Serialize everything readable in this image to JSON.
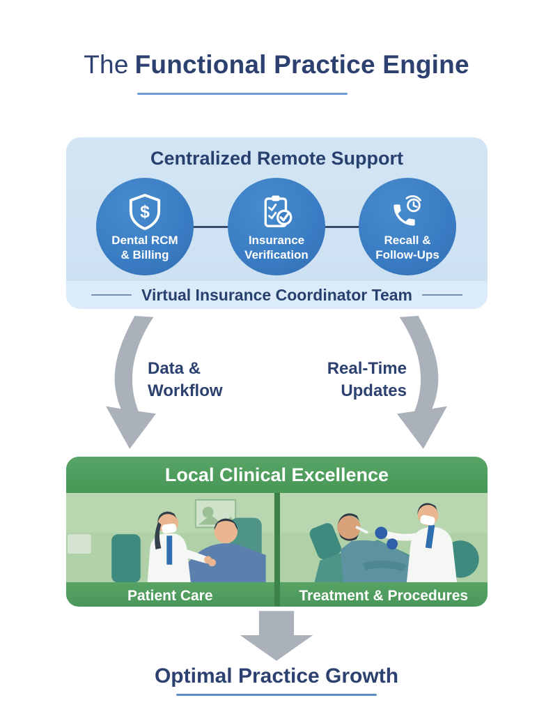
{
  "title": {
    "prefix": "The",
    "main": "Functional Practice Engine"
  },
  "remote_support": {
    "heading": "Centralized Remote Support",
    "items": [
      {
        "icon": "shield-dollar-icon",
        "line1": "Dental RCM",
        "line2": "& Billing"
      },
      {
        "icon": "clipboard-check-icon",
        "line1": "Insurance",
        "line2": "Verification"
      },
      {
        "icon": "phone-clock-icon",
        "line1": "Recall &",
        "line2": "Follow-Ups"
      }
    ],
    "footer": "Virtual Insurance Coordinator Team"
  },
  "flows": [
    {
      "line1": "Data &",
      "line2": "Workflow"
    },
    {
      "line1": "Real-Time",
      "line2": "Updates"
    }
  ],
  "clinical": {
    "heading": "Local Clinical Excellence",
    "panels": [
      {
        "caption": "Patient Care",
        "illustration": "dentist-consulting-patient"
      },
      {
        "caption": "Treatment & Procedures",
        "illustration": "dentist-treating-patient"
      }
    ]
  },
  "outcome": "Optimal Practice Growth",
  "colors": {
    "navy_text": "#2c4170",
    "heading_navy": "#27406e",
    "circle_blue": "#3a7cc3",
    "box_light_blue": "#d3e5f4",
    "team_band_blue": "#dcebf9",
    "underline_blue": "#6d9bd3",
    "arrow_gray": "#aab1ba",
    "green_header": "#4d9d5e",
    "panel_green": "#aed0a6",
    "divider_green": "#3c8148",
    "white": "#ffffff"
  }
}
